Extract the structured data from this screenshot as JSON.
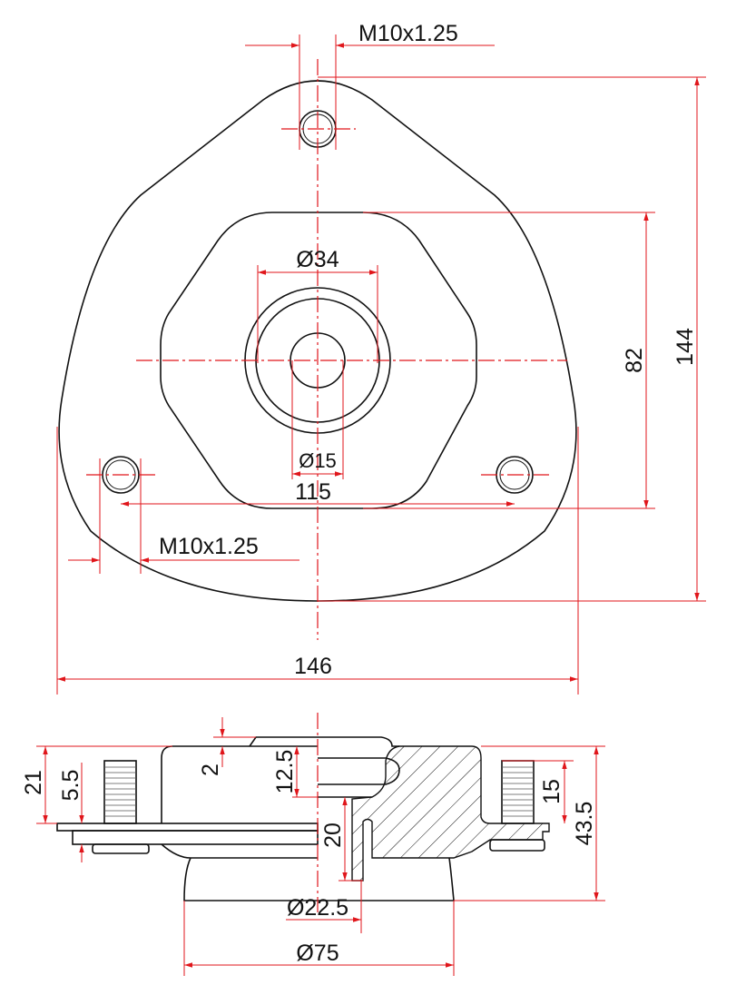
{
  "drawing": {
    "colors": {
      "outline": "#111111",
      "dimension": "#e0161b"
    },
    "top_view": {
      "thread_top": "M10x1.25",
      "thread_bottom": "M10x1.25",
      "dia_outer": "Ø34",
      "dia_inner": "Ø15",
      "hole_spacing": "115",
      "inner_height": "82",
      "total_height": "144",
      "total_width": "146"
    },
    "side_view": {
      "flange_height": "21",
      "bolt_offset": "5.5",
      "cap_height": "2",
      "top_depth": "12.5",
      "bore_depth": "20",
      "bolt_length": "15",
      "total_height": "43.5",
      "bore_dia": "Ø22.5",
      "base_dia": "Ø75"
    }
  }
}
